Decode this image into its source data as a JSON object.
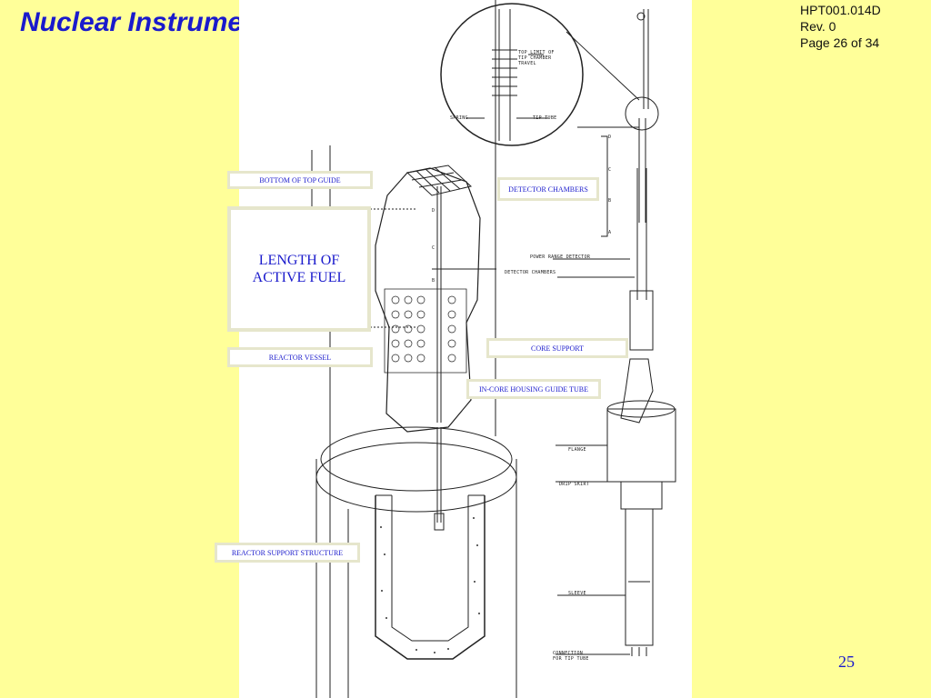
{
  "slide": {
    "title": "Nuclear Instrumentation",
    "doc_id": "HPT001.014D",
    "revision": "Rev. 0",
    "page": "Page 26 of 34",
    "slide_number": "25"
  },
  "callouts": {
    "bottom_of_top_guide": "BOTTOM OF TOP GUIDE",
    "length_of_active_fuel_line1": "LENGTH OF",
    "length_of_active_fuel_line2": "ACTIVE FUEL",
    "reactor_vessel": "REACTOR VESSEL",
    "detector_chambers": "DETECTOR CHAMBERS",
    "core_support": "CORE SUPPORT",
    "in_core_housing_guide_tube": "IN-CORE HOUSING GUIDE TUBE",
    "reactor_support_structure": "REACTOR SUPPORT STRUCTURE"
  },
  "drawing_labels": {
    "top_limit_line1": "TOP LIMIT OF",
    "top_limit_line2": "TIP CHAMBER",
    "top_limit_line3": "TRAVEL",
    "spring": "SPRING",
    "tip_tube": "TIP TUBE",
    "power_range_detector": "POWER RANGE DETECTOR",
    "detector_chambers": "DETECTOR CHAMBERS",
    "flange": "FLANGE",
    "drip_skirt": "DRIP SKIRT",
    "sleeve": "SLEEVE",
    "connection_line1": "CONNECTION",
    "connection_line2": "FOR TIP TUBE",
    "level_d": "D",
    "level_c": "C",
    "level_b": "B",
    "level_a": "A"
  }
}
